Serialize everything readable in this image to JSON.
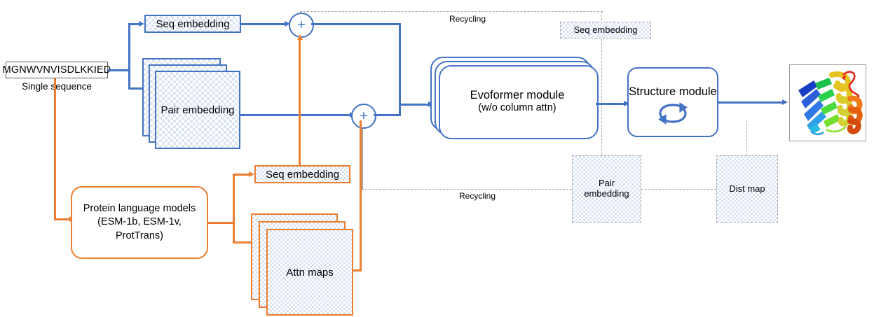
{
  "diagram": {
    "title": "Single-sequence protein structure prediction pipeline",
    "colors": {
      "blue": "#4472C4",
      "orange": "#ED7D31",
      "grey": "#A6A6A6",
      "tile_fill": "#dbe5f5"
    },
    "input": {
      "sequence": "MGNWVNVISDLKKIED",
      "caption": "Single sequence"
    },
    "blue_branch": {
      "seq_embedding": "Seq embedding",
      "pair_embedding": "Pair embedding",
      "plus_symbol": "+"
    },
    "orange_branch": {
      "plm_line1": "Protein language models",
      "plm_line2": "(ESM-1b, ESM-1v,",
      "plm_line3": "ProtTrans)",
      "seq_embedding": "Seq embedding",
      "attn_maps": "Attn maps"
    },
    "evoformer": {
      "title": "Evoformer module",
      "subtitle": "(w/o column attn)",
      "stack_count": 3
    },
    "structure": {
      "title": "Structure module",
      "icon": "recycle-arrows-icon"
    },
    "recycling": {
      "top_label": "Recycling",
      "bottom_label": "Recycling",
      "seq_embedding": "Seq embedding",
      "pair_embedding_line1": "Pair",
      "pair_embedding_line2": "embedding",
      "dist_map": "Dist map"
    },
    "output": {
      "alt": "predicted-protein-structure-cartoon"
    }
  }
}
